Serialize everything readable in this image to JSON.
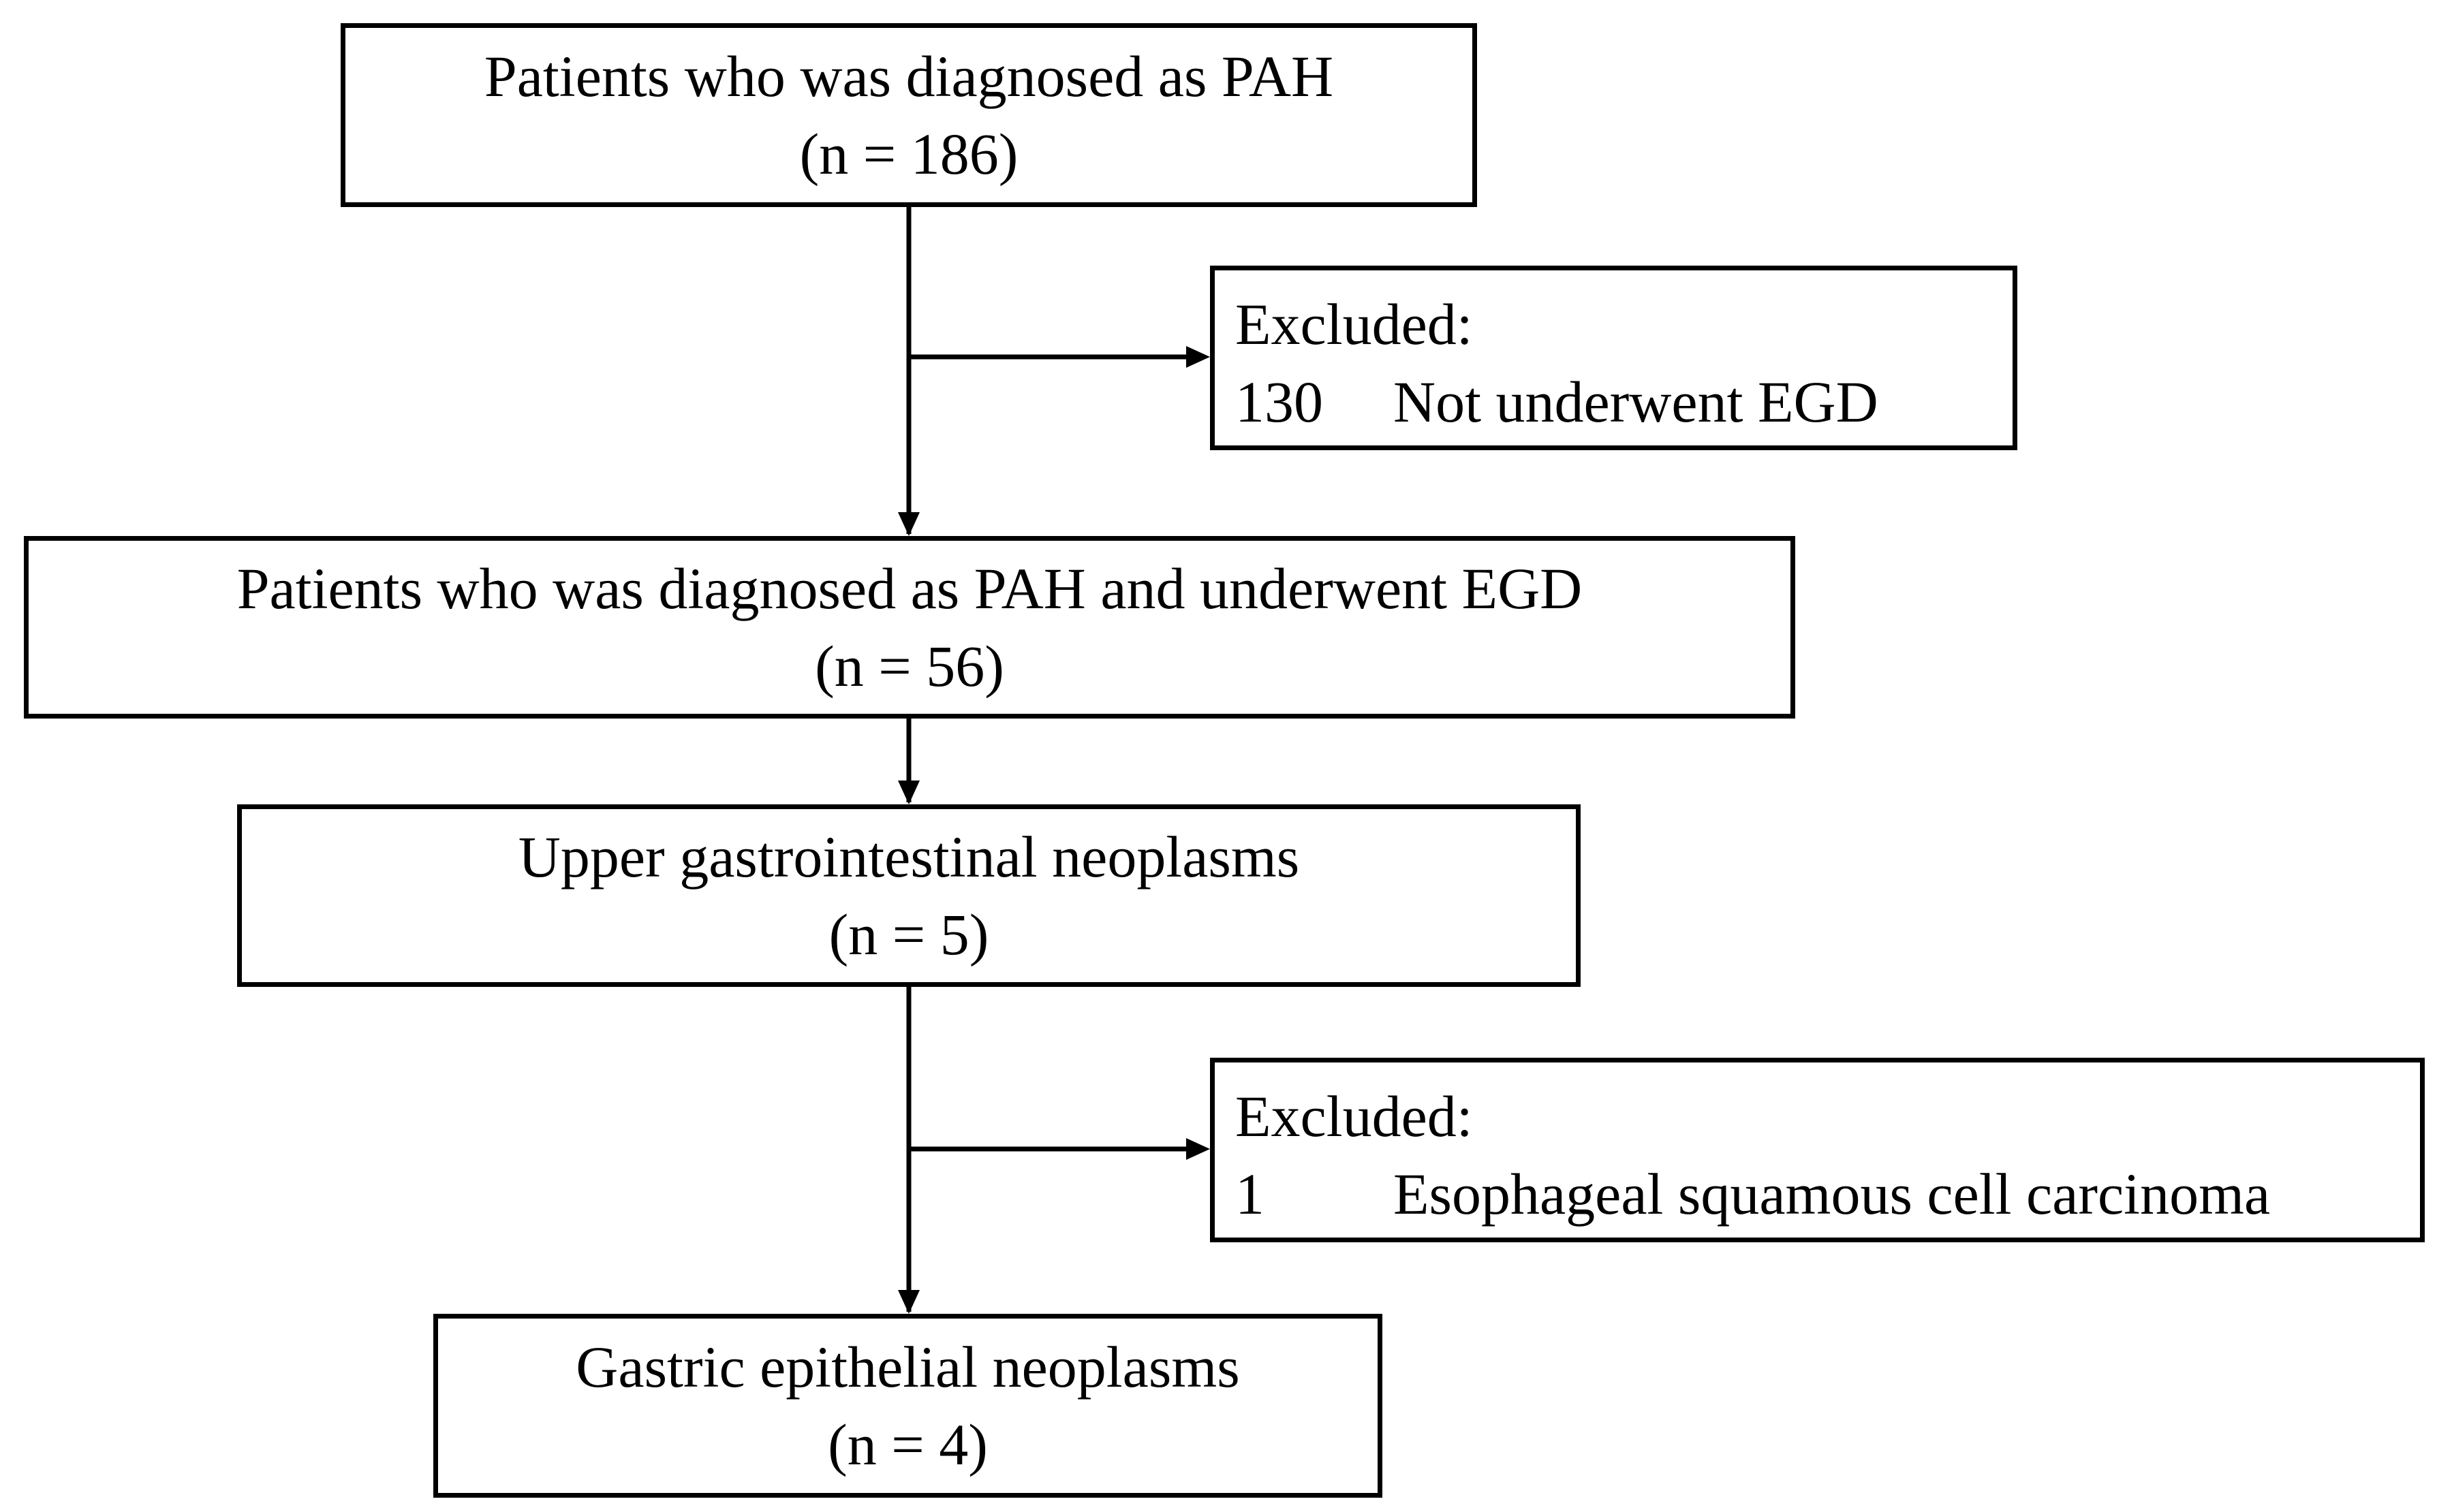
{
  "flowchart": {
    "nodes": [
      {
        "id": "all_pah",
        "line1": "Patients who was diagnosed as PAH",
        "line2": "(n = 186)"
      },
      {
        "id": "pah_egd",
        "line1": "Patients who was diagnosed as PAH and underwent EGD",
        "line2": "(n = 56)"
      },
      {
        "id": "ugi_neoplasms",
        "line1": "Upper gastrointestinal neoplasms",
        "line2": "(n = 5)"
      },
      {
        "id": "gastric_neoplasms",
        "line1": "Gastric epithelial neoplasms",
        "line2": "(n = 4)"
      }
    ],
    "exclusions": [
      {
        "id": "excl_no_egd",
        "heading": "Excluded:",
        "count": "130",
        "reason": "Not underwent EGD"
      },
      {
        "id": "excl_escc",
        "heading": "Excluded:",
        "count": "1",
        "reason": "Esophageal squamous cell carcinoma"
      }
    ],
    "colors": {
      "stroke": "#000000",
      "background": "#ffffff"
    }
  }
}
